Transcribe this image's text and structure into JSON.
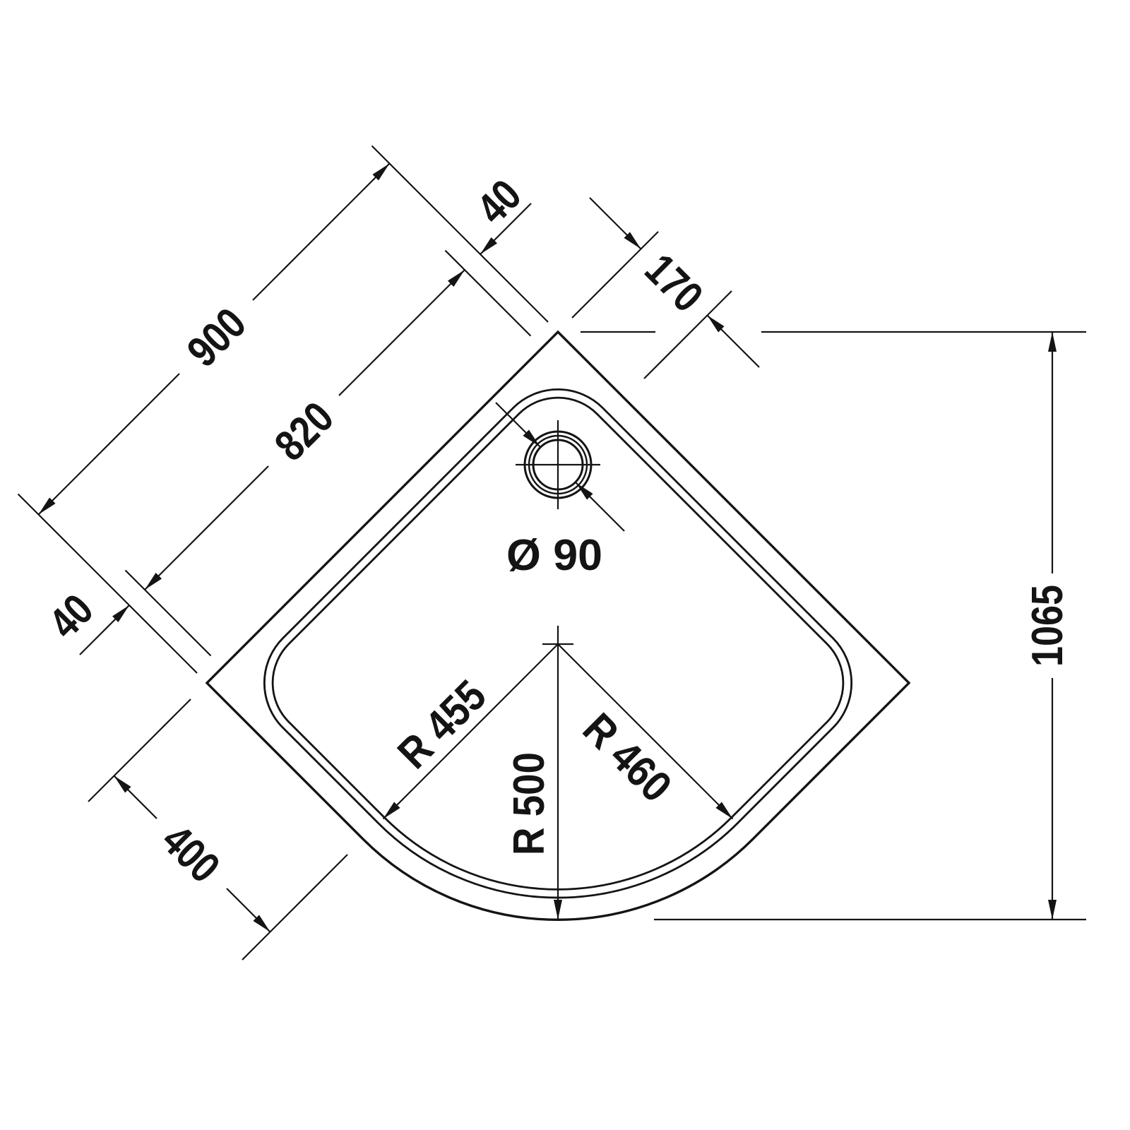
{
  "labels": {
    "side_900": "900",
    "inner_820": "820",
    "rim_top_40": "40",
    "rim_left_40": "40",
    "drain_offset_170": "170",
    "depth_1065": "1065",
    "straight_400": "400",
    "drain_diameter": "Ø 90",
    "radius_left": "R 455",
    "radius_center": "R 500",
    "radius_right": "R 460"
  }
}
